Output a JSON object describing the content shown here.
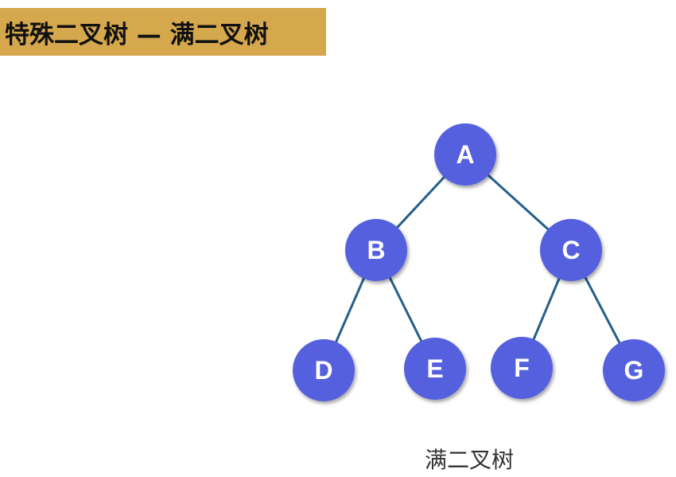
{
  "title": "特殊二叉树 — 满二叉树",
  "tree": {
    "nodes": [
      {
        "label": "A"
      },
      {
        "label": "B"
      },
      {
        "label": "C"
      },
      {
        "label": "D"
      },
      {
        "label": "E"
      },
      {
        "label": "F"
      },
      {
        "label": "G"
      }
    ],
    "edges": [
      {
        "from": "A",
        "to": "B"
      },
      {
        "from": "A",
        "to": "C"
      },
      {
        "from": "B",
        "to": "D"
      },
      {
        "from": "B",
        "to": "E"
      },
      {
        "from": "C",
        "to": "F"
      },
      {
        "from": "C",
        "to": "G"
      }
    ]
  },
  "caption": "满二叉树",
  "colors": {
    "banner": "#d5a84e",
    "node": "#5461df",
    "node_text": "#ffffff",
    "edge": "#235f8c"
  }
}
